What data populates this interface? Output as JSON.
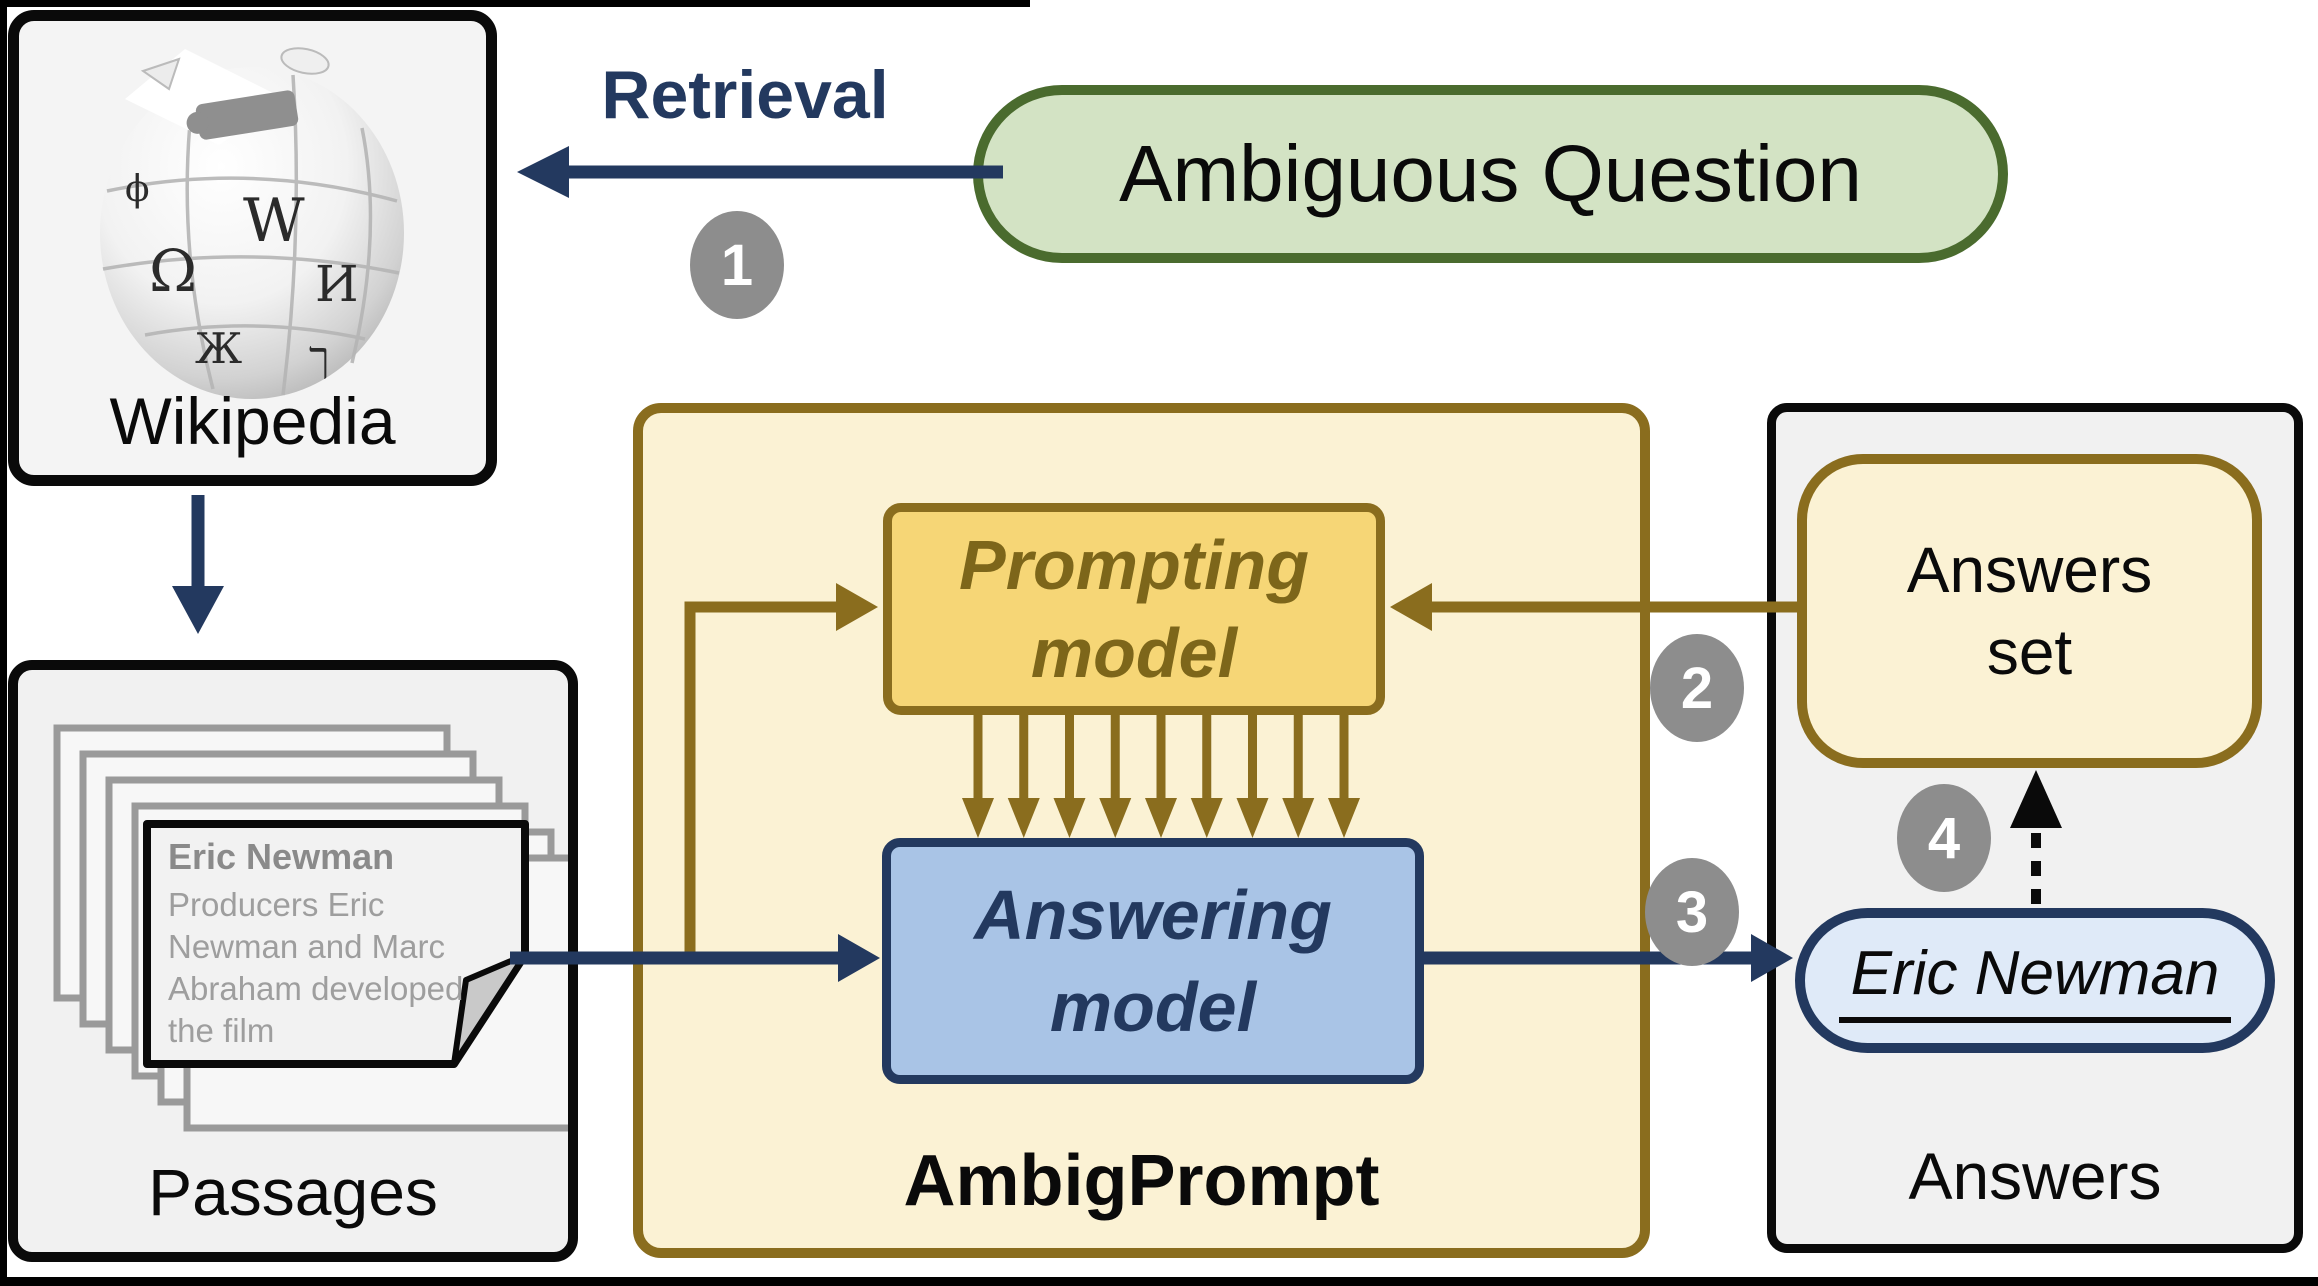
{
  "colors": {
    "navy": "#23395f",
    "gold": "#8a6d1e",
    "gold_text": "#7d661a",
    "gold_fill": "#f6d676",
    "cream": "#fbf2d4",
    "blue_fill": "#a9c4e6",
    "pale_blue": "#dfeaf8",
    "green_fill": "#d3e3c4",
    "green_border": "#4a6b2e",
    "panel_gray": "#f1f1f1",
    "circle_gray": "#8d8d8d",
    "page_border_gray": "#9a9a9a",
    "page_title_gray": "#8a8a8a",
    "page_text_gray": "#9e9e9e"
  },
  "wikipedia": {
    "label": "Wikipedia"
  },
  "retrieval_label": "Retrieval",
  "ambiguous_question": {
    "label": "Ambiguous Question"
  },
  "passages": {
    "label": "Passages",
    "page": {
      "title": "Eric Newman",
      "body_lines": [
        "Producers Eric",
        "Newman and Marc",
        "Abraham developed",
        "the film"
      ]
    }
  },
  "ambigprompt": {
    "label": "AmbigPrompt",
    "prompting_model": {
      "lines": [
        "Prompting",
        "model"
      ]
    },
    "answering_model": {
      "lines": [
        "Answering",
        "model"
      ]
    },
    "fanout_arrow_count": 9
  },
  "answers": {
    "panel_label": "Answers",
    "answers_set": {
      "lines": [
        "Answers",
        "set"
      ]
    },
    "answer_pill": {
      "label": "Eric Newman"
    }
  },
  "step_badges": [
    "1",
    "2",
    "3",
    "4"
  ],
  "globe_glyphs": [
    "W",
    "Ω",
    "И",
    "Ж",
    "ך",
    "ϕ"
  ]
}
